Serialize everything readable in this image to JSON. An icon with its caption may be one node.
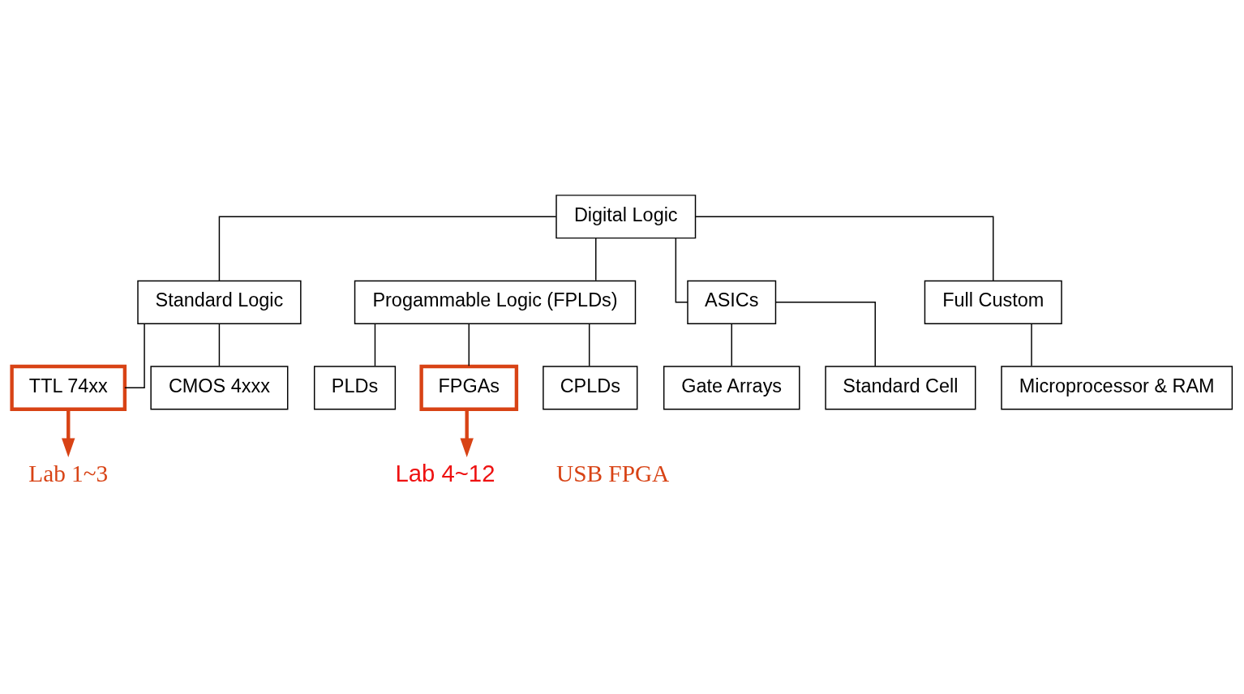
{
  "diagram": {
    "nodes": [
      {
        "text": [
          "Digital Logic"
        ]
      },
      {
        "text": [
          "Standard Logic"
        ]
      },
      {
        "text": [
          "Progammable Logic (FPLDs)"
        ]
      },
      {
        "text": [
          "ASICs"
        ]
      },
      {
        "text": [
          "Full Custom"
        ]
      },
      {
        "text": [
          "TTL 74xx"
        ]
      },
      {
        "text": [
          "CMOS 4xxx"
        ]
      },
      {
        "text": [
          "PLDs"
        ]
      },
      {
        "text": [
          "FPGAs"
        ]
      },
      {
        "text": [
          "CPLDs"
        ]
      },
      {
        "text": [
          "Gate Arrays"
        ]
      },
      {
        "text": [
          "Standard Cell"
        ]
      },
      {
        "text": [
          "Microprocessor & RAM"
        ]
      },
      {
        "text": [
          "Lab 1~3"
        ]
      },
      {
        "text": [
          "Lab 4~12"
        ]
      }
    ],
    "edges": [
      {
        "from": 0,
        "to": 1,
        "arrow": "none"
      },
      {
        "from": 0,
        "to": 2,
        "arrow": "none"
      },
      {
        "from": 0,
        "to": 3,
        "arrow": "none"
      },
      {
        "from": 0,
        "to": 4,
        "arrow": "none"
      },
      {
        "from": 1,
        "to": 5,
        "arrow": "none"
      },
      {
        "from": 1,
        "to": 6,
        "arrow": "none"
      },
      {
        "from": 2,
        "to": 7,
        "arrow": "none"
      },
      {
        "from": 2,
        "to": 8,
        "arrow": "none"
      },
      {
        "from": 2,
        "to": 9,
        "arrow": "none"
      },
      {
        "from": 3,
        "to": 10,
        "arrow": "none"
      },
      {
        "from": 3,
        "to": 11,
        "arrow": "none"
      },
      {
        "from": 4,
        "to": 12,
        "arrow": "none"
      },
      {
        "from": 5,
        "to": 13,
        "arrow": "to",
        "style": "thick",
        "color": "#d84315"
      },
      {
        "from": 8,
        "to": 14,
        "arrow": "to",
        "style": "thick",
        "color": "#d84315"
      }
    ],
    "labels": [
      "USB FPGA"
    ]
  }
}
